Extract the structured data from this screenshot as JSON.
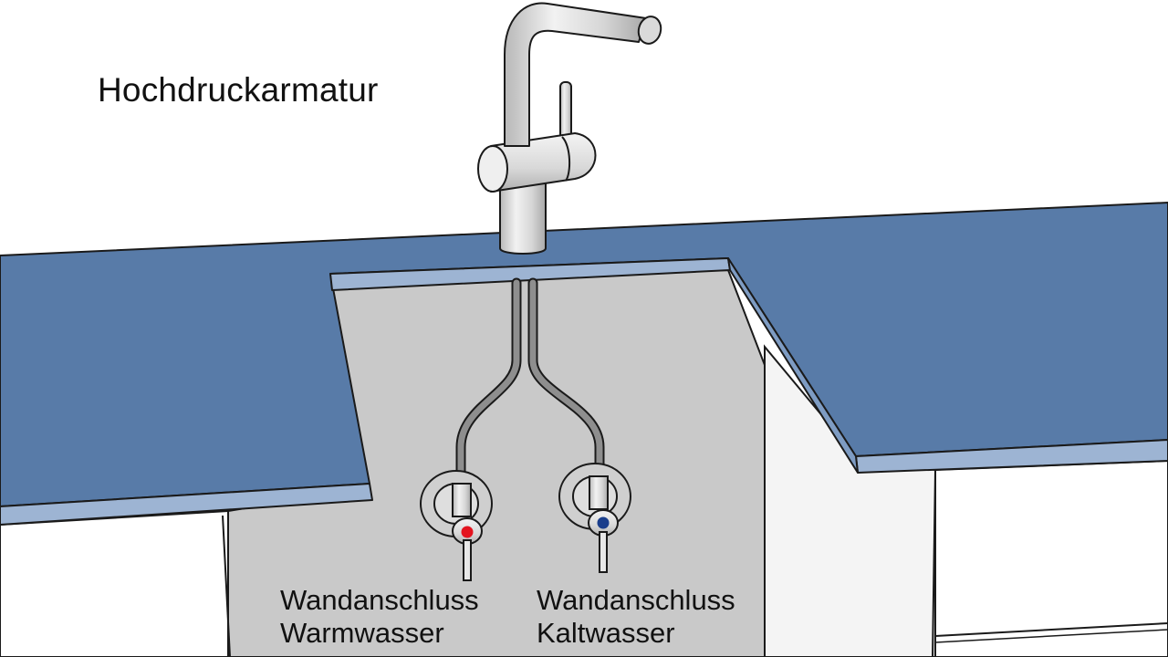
{
  "title": "Hochdruckarmatur",
  "connections": {
    "warm": {
      "line1": "Wandanschluss",
      "line2": "Warmwasser",
      "indicator_color": "#e3141f"
    },
    "cold": {
      "line1": "Wandanschluss",
      "line2": "Kaltwasser",
      "indicator_color": "#1a3e8c"
    }
  },
  "colors": {
    "countertop_top": "#587ba8",
    "countertop_edge": "#9db4d3",
    "cabinet_interior": "#c9c9c9",
    "cabinet_front": "#ffffff",
    "outline": "#1a1a1a",
    "chrome": "#e4e4e4"
  }
}
